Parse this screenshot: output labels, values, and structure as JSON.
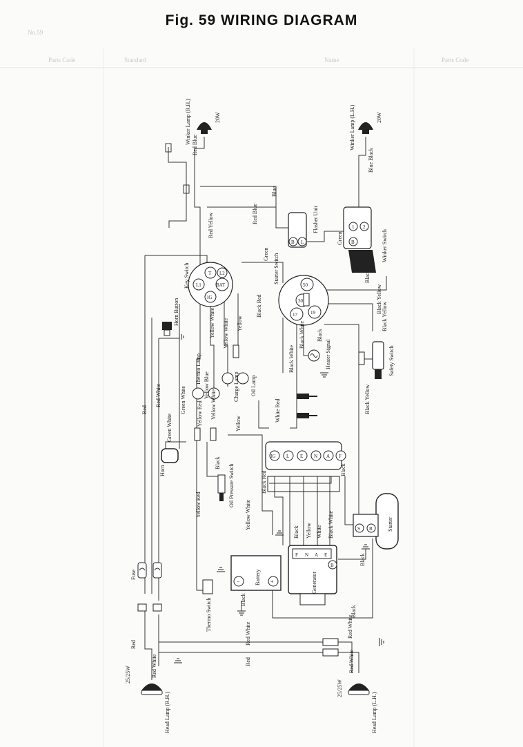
{
  "title": "Fig. 59   WIRING DIAGRAM",
  "bleed": {
    "page_no": "No.59",
    "col_parts_code": "Parts Code",
    "col_name": "Name",
    "col_standard": "Standard",
    "col_parts_code_2": "Parts Code"
  },
  "components": {
    "winker_rh": "Winker Lamp (R.H.)",
    "winker_lh": "Winker Lamp (L.H.)",
    "w20_a": "20W",
    "w20_b": "20W",
    "key_switch": "Key Switch",
    "starter_switch": "Starter Switch",
    "flasher_unit": "Flasher Unit",
    "winker_switch": "Winker Switch",
    "horn_button": "Horn Button",
    "thermo_lamp": "Thermo Lamp",
    "charge_lamp": "Charge Lamp",
    "oil_lamp": "Oil Lamp",
    "heater_signal": "Heater Signal",
    "safety_switch": "Safety Switch",
    "horn": "Horn",
    "oil_pressure_switch": "Oil Pressure Switch",
    "starter": "Starter",
    "generator": "Generator",
    "battery": "Battery",
    "thermo_switch": "Thermo Switch",
    "fuse": "Fuse",
    "head_lamp_rh": "Head Lamp (R.H.)",
    "head_lamp_lh": "Head Lamp (L.H.)",
    "w2525_a": "25/25W",
    "w2525_b": "25/25W"
  },
  "terminals": {
    "bat": "BAT",
    "ig": "IG",
    "t": "T",
    "l1": "L1",
    "l2": "L2",
    "s30": "30",
    "s50": "50",
    "s17": "17",
    "s19": "19",
    "b": "B",
    "l": "L",
    "one": "1",
    "two": "2",
    "connector_pins": [
      "IG",
      "L",
      "E",
      "N",
      "A",
      "F"
    ],
    "gen_pins": [
      "F",
      "N",
      "A",
      "E"
    ],
    "s": "S",
    "minus": "−",
    "plus": "+"
  },
  "wire_colors": {
    "red": "Red",
    "red_white": "Red White",
    "red_yellow": "Red Yellow",
    "red_blue": "Red Blue",
    "blue": "Blue",
    "blue_black": "Blue Black",
    "green": "Green",
    "green_white": "Green White",
    "black": "Black",
    "black_white": "Black White",
    "black_red": "Black Red",
    "black_yellow": "Black Yellow",
    "yellow": "Yellow",
    "yellow_white": "Yellow White",
    "yellow_red": "Yellow Red",
    "yellow_blue": "Yellow Blue",
    "white": "White",
    "white_red": "White Red"
  }
}
